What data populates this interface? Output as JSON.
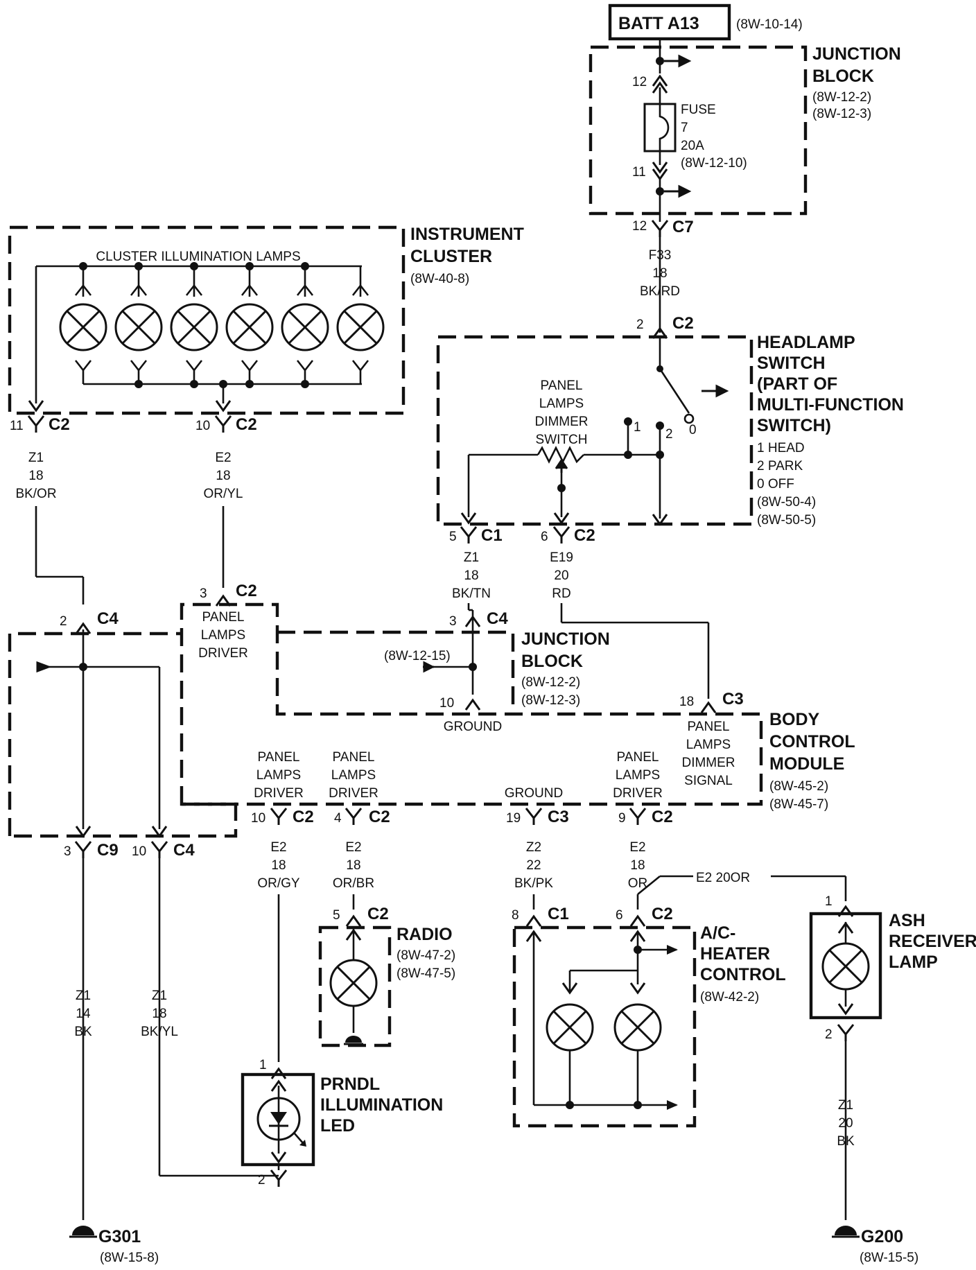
{
  "battery": {
    "label": "BATT A13",
    "ref": "(8W-10-14)"
  },
  "junction_block_top": {
    "title": [
      "JUNCTION",
      "BLOCK"
    ],
    "refs": [
      "(8W-12-2)",
      "(8W-12-3)"
    ],
    "pin_in": "12",
    "pin_out": "11"
  },
  "fuse": {
    "label": "FUSE",
    "number": "7",
    "rating": "20A",
    "ref": "(8W-12-10)"
  },
  "c7": {
    "pin": "12",
    "name": "C7"
  },
  "wire_f33": {
    "circuit": "F33",
    "gauge": "18",
    "color": "BK/RD"
  },
  "headlamp_switch": {
    "conn_pin": "2",
    "conn_name": "C2",
    "title": [
      "HEADLAMP",
      "SWITCH",
      "(PART OF",
      "MULTI-FUNCTION",
      "SWITCH)"
    ],
    "positions": [
      "1 HEAD",
      "2 PARK",
      "0 OFF"
    ],
    "refs": [
      "(8W-50-4)",
      "(8W-50-5)"
    ],
    "pos_labels": [
      "1",
      "2",
      "0"
    ],
    "dimmer_label": [
      "PANEL",
      "LAMPS",
      "DIMMER",
      "SWITCH"
    ],
    "out_c1": {
      "pin": "5",
      "name": "C1"
    },
    "out_c2": {
      "pin": "6",
      "name": "C2"
    }
  },
  "instrument_cluster": {
    "title": [
      "INSTRUMENT",
      "CLUSTER"
    ],
    "ref": "(8W-40-8)",
    "lamps_label": "CLUSTER ILLUMINATION LAMPS",
    "conn_a": {
      "pin": "11",
      "name": "C2"
    },
    "conn_b": {
      "pin": "10",
      "name": "C2"
    }
  },
  "wire_z1_bkor": {
    "circuit": "Z1",
    "gauge": "18",
    "color": "BK/OR"
  },
  "wire_e2_oryl": {
    "circuit": "E2",
    "gauge": "18",
    "color": "OR/YL"
  },
  "wire_z1_bktn": {
    "circuit": "Z1",
    "gauge": "18",
    "color": "BK/TN"
  },
  "wire_e19_rd": {
    "circuit": "E19",
    "gauge": "20",
    "color": "RD"
  },
  "bcm": {
    "c2_in": {
      "pin": "3",
      "name": "C2"
    },
    "c4_in": {
      "pin": "2",
      "name": "C4"
    },
    "driver_label": [
      "PANEL",
      "LAMPS",
      "DRIVER"
    ],
    "title": [
      "BODY",
      "CONTROL",
      "MODULE"
    ],
    "refs": [
      "(8W-45-2)",
      "(8W-45-7)"
    ],
    "c3_in": {
      "pin": "18",
      "name": "C3"
    },
    "dimmer_signal": [
      "PANEL",
      "LAMPS",
      "DIMMER",
      "SIGNAL"
    ],
    "out_labels": {
      "a": [
        "PANEL",
        "LAMPS",
        "DRIVER"
      ],
      "b": [
        "PANEL",
        "LAMPS",
        "DRIVER"
      ],
      "c": [
        "GROUND"
      ],
      "d": [
        "PANEL",
        "LAMPS",
        "DRIVER"
      ]
    },
    "out_a": {
      "pin": "10",
      "name": "C2"
    },
    "out_b": {
      "pin": "4",
      "name": "C2"
    },
    "out_c": {
      "pin": "19",
      "name": "C3"
    },
    "out_d": {
      "pin": "9",
      "name": "C2"
    },
    "c9": {
      "pin": "3",
      "name": "C9"
    },
    "c4_out": {
      "pin": "10",
      "name": "C4"
    }
  },
  "junction_block_mid": {
    "title": [
      "JUNCTION",
      "BLOCK"
    ],
    "refs": [
      "(8W-12-2)",
      "(8W-12-3)"
    ],
    "c4": {
      "pin": "3",
      "name": "C4"
    },
    "ref_left": "(8W-12-15)",
    "ground_pin": "10",
    "ground_label": "GROUND"
  },
  "wire_e2_orgy": {
    "circuit": "E2",
    "gauge": "18",
    "color": "OR/GY"
  },
  "wire_e2_orbr": {
    "circuit": "E2",
    "gauge": "18",
    "color": "OR/BR"
  },
  "wire_z2_bkpk": {
    "circuit": "Z2",
    "gauge": "22",
    "color": "BK/PK"
  },
  "wire_e2_or": {
    "circuit": "E2",
    "gauge": "18",
    "color": "OR"
  },
  "wire_e2_20or": "E2  20OR",
  "radio": {
    "title": "RADIO",
    "refs": [
      "(8W-47-2)",
      "(8W-47-5)"
    ],
    "conn": {
      "pin": "5",
      "name": "C2"
    }
  },
  "ac_heater": {
    "title": [
      "A/C-",
      "HEATER",
      "CONTROL"
    ],
    "ref": "(8W-42-2)",
    "c1": {
      "pin": "8",
      "name": "C1"
    },
    "c2": {
      "pin": "6",
      "name": "C2"
    }
  },
  "ash_lamp": {
    "title": [
      "ASH",
      "RECEIVER",
      "LAMP"
    ],
    "pin_top": "1",
    "pin_bottom": "2"
  },
  "prndl": {
    "title": [
      "PRNDL",
      "ILLUMINATION",
      "LED"
    ],
    "pin_top": "1",
    "pin_bottom": "2"
  },
  "wire_z1_14bk": {
    "circuit": "Z1",
    "gauge": "14",
    "color": "BK"
  },
  "wire_z1_18bkyl": {
    "circuit": "Z1",
    "gauge": "18",
    "color": "BK/YL"
  },
  "wire_z1_20bk": {
    "circuit": "Z1",
    "gauge": "20",
    "color": "BK"
  },
  "g301": {
    "label": "G301",
    "ref": "(8W-15-8)"
  },
  "g200": {
    "label": "G200",
    "ref": "(8W-15-5)"
  }
}
